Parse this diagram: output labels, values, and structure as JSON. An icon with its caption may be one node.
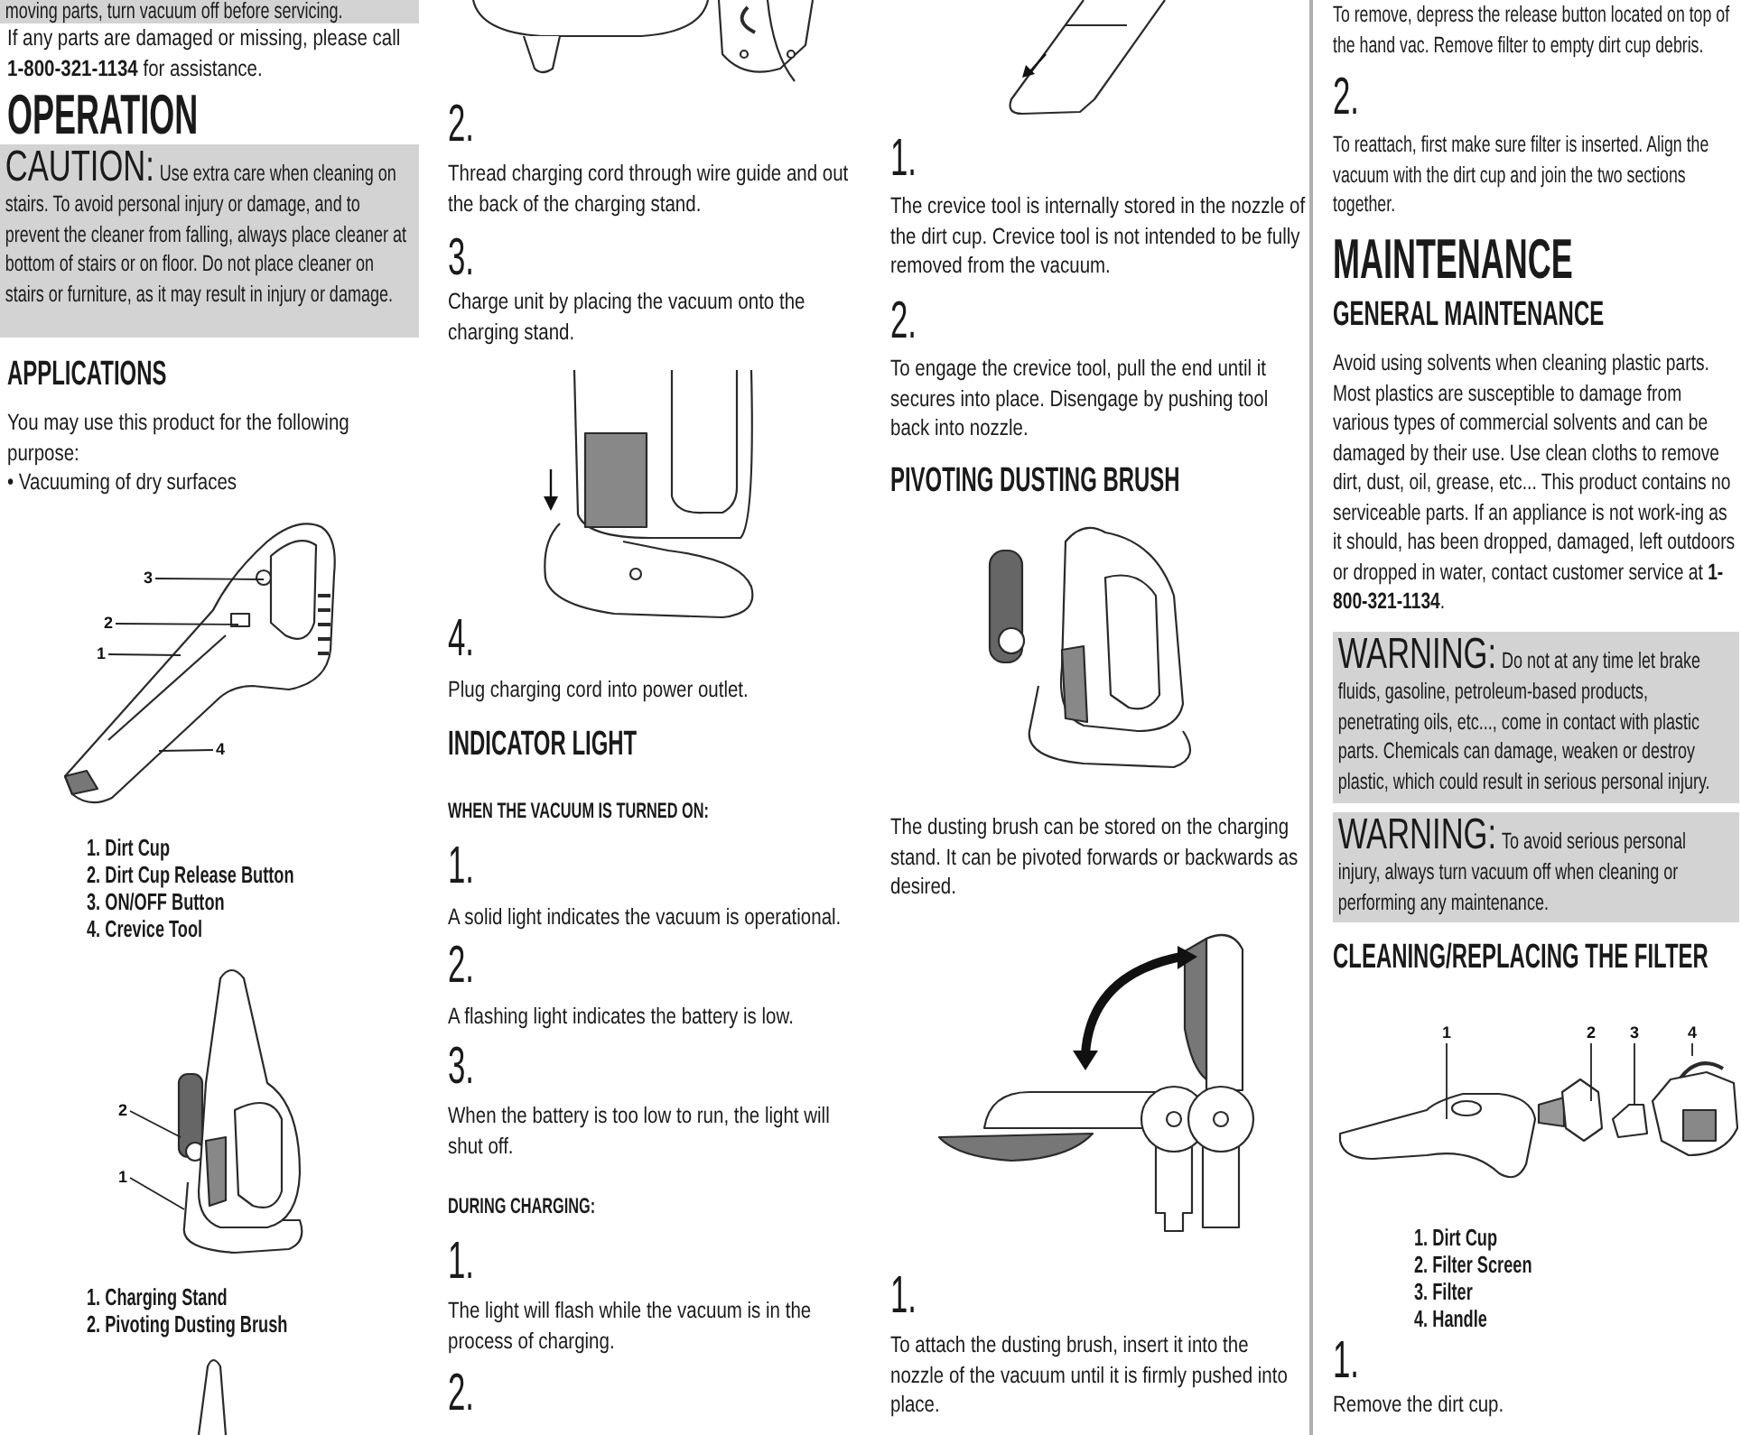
{
  "diagram": {
    "nodes": [
      {
        "text": [
          "moving parts, turn vacuum off before servicing."
        ]
      },
      {
        "text": [
          "CAUTION:",
          "Use extra care when cleaning on stairs. To avoid personal injury or damage, and to prevent the cleaner from falling, always place cleaner at bottom of stairs or on floor. Do not place cleaner on stairs or furniture, as it may result in injury or damage."
        ]
      },
      {
        "text": [
          "3"
        ]
      },
      {
        "text": [
          "2"
        ]
      },
      {
        "text": [
          "1"
        ]
      },
      {
        "text": [
          "4"
        ]
      },
      {
        "text": [
          "2"
        ]
      },
      {
        "text": [
          "1"
        ]
      },
      {
        "text": [
          "WARNING:",
          "Do not at any time let brake fluids, gasoline, petroleum-based products, penetrating oils, etc..., come in contact with plastic parts. Chemicals can damage, weaken or destroy plastic, which could result in serious personal injury."
        ]
      },
      {
        "text": [
          "WARNING:",
          "To avoid serious personal injury, always turn vacuum off when cleaning or performing any maintenance."
        ]
      },
      {
        "text": [
          "1"
        ]
      },
      {
        "text": [
          "2"
        ]
      },
      {
        "text": [
          "3"
        ]
      },
      {
        "text": [
          "4"
        ]
      },
      {
        "text": [],
        "shape": "picture"
      },
      {
        "text": [],
        "shape": "picture"
      },
      {
        "text": [],
        "shape": "picture"
      }
    ],
    "edges": [
      {
        "from": 2,
        "to": 14,
        "arrow": "none"
      },
      {
        "from": 3,
        "to": 14,
        "arrow": "none"
      },
      {
        "from": 4,
        "to": 14,
        "arrow": "none"
      },
      {
        "from": 5,
        "to": 14,
        "arrow": "none"
      },
      {
        "from": 6,
        "to": 15,
        "arrow": "none"
      },
      {
        "from": 7,
        "to": 15,
        "arrow": "none"
      },
      {
        "from": 10,
        "to": 16,
        "arrow": "none"
      },
      {
        "from": 11,
        "to": 16,
        "arrow": "none"
      },
      {
        "from": 12,
        "to": 16,
        "arrow": "none"
      },
      {
        "from": 13,
        "to": 16,
        "arrow": "none"
      }
    ],
    "labels": [
      "If any parts are damaged or missing, please call **1-800-321-1134** for assistance.",
      "OPERATION",
      "APPLICATIONS",
      "You may use this product for the following purpose:",
      "• Vacuuming of dry surfaces",
      "1. Dirt Cup",
      "2. Dirt Cup Release Button",
      "3. ON/OFF Button",
      "4. Crevice Tool",
      "1. Charging Stand",
      "2. Pivoting Dusting Brush",
      "2.",
      "Thread charging cord through wire guide and out the back of the charging stand.",
      "3.",
      "Charge unit by placing the vacuum onto the charging stand.",
      "4.",
      "Plug charging cord into power outlet.",
      "INDICATOR LIGHT",
      "WHEN THE VACUUM IS TURNED ON:",
      "1.",
      "A solid light indicates the vacuum is operational.",
      "2.",
      "A flashing light indicates the battery is low.",
      "3.",
      "When the battery is too low to run, the light will shut off.",
      "DURING CHARGING:",
      "1.",
      "The light will flash while the vacuum is in the process of charging.",
      "2.",
      "1.",
      "The crevice tool is internally stored in the nozzle of the dirt cup. Crevice tool is not intended to be fully removed from the vacuum.",
      "2.",
      "To engage the crevice tool, pull the end until it secures into place. Disengage by pushing tool back into nozzle.",
      "PIVOTING DUSTING BRUSH",
      "The dusting brush can be stored on the charging stand. It can be pivoted forwards or backwards as desired.",
      "1.",
      "To attach the dusting brush, insert it into the nozzle of the vacuum until it is firmly pushed into place.",
      "To remove, depress the release button located on top of the hand vac. Remove filter to empty dirt cup debris.",
      "2.",
      "To reattach, first make sure filter is inserted. Align the vacuum with the dirt cup and join the two sections together.",
      "MAINTENANCE",
      "GENERAL MAINTENANCE",
      "Avoid using solvents when cleaning plastic parts. Most plastics are susceptible to damage from various types of commercial solvents and can be damaged by their use. Use clean cloths to remove dirt, dust, oil, grease, etc... This product contains no serviceable parts. If an appliance is not work-ing as it should, has been dropped, damaged, left outdoors or dropped in water, contact customer service at **1-800-321-1134**.",
      "CLEANING/REPLACING THE FILTER",
      "1. Dirt Cup",
      "2. Filter Screen",
      "3. Filter",
      "4. Handle",
      "1.",
      "Remove the dirt cup."
    ]
  }
}
